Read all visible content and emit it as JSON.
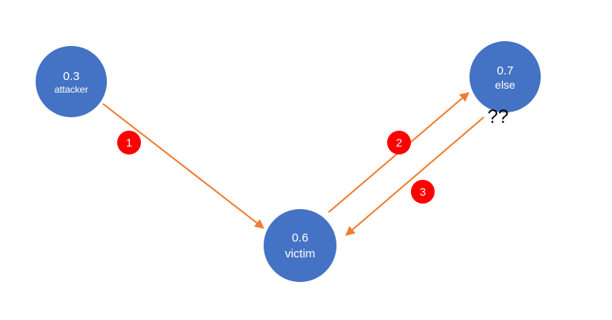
{
  "nodes": {
    "attacker": {
      "value": "0.3",
      "label": "attacker"
    },
    "else": {
      "value": "0.7",
      "label": "else"
    },
    "victim": {
      "value": "0.6",
      "label": "victim"
    }
  },
  "steps": [
    "1",
    "2",
    "3"
  ],
  "question_mark": "??",
  "colors": {
    "node": "#4472c4",
    "arrow": "#ed7d31",
    "step_badge": "#ff0000"
  }
}
